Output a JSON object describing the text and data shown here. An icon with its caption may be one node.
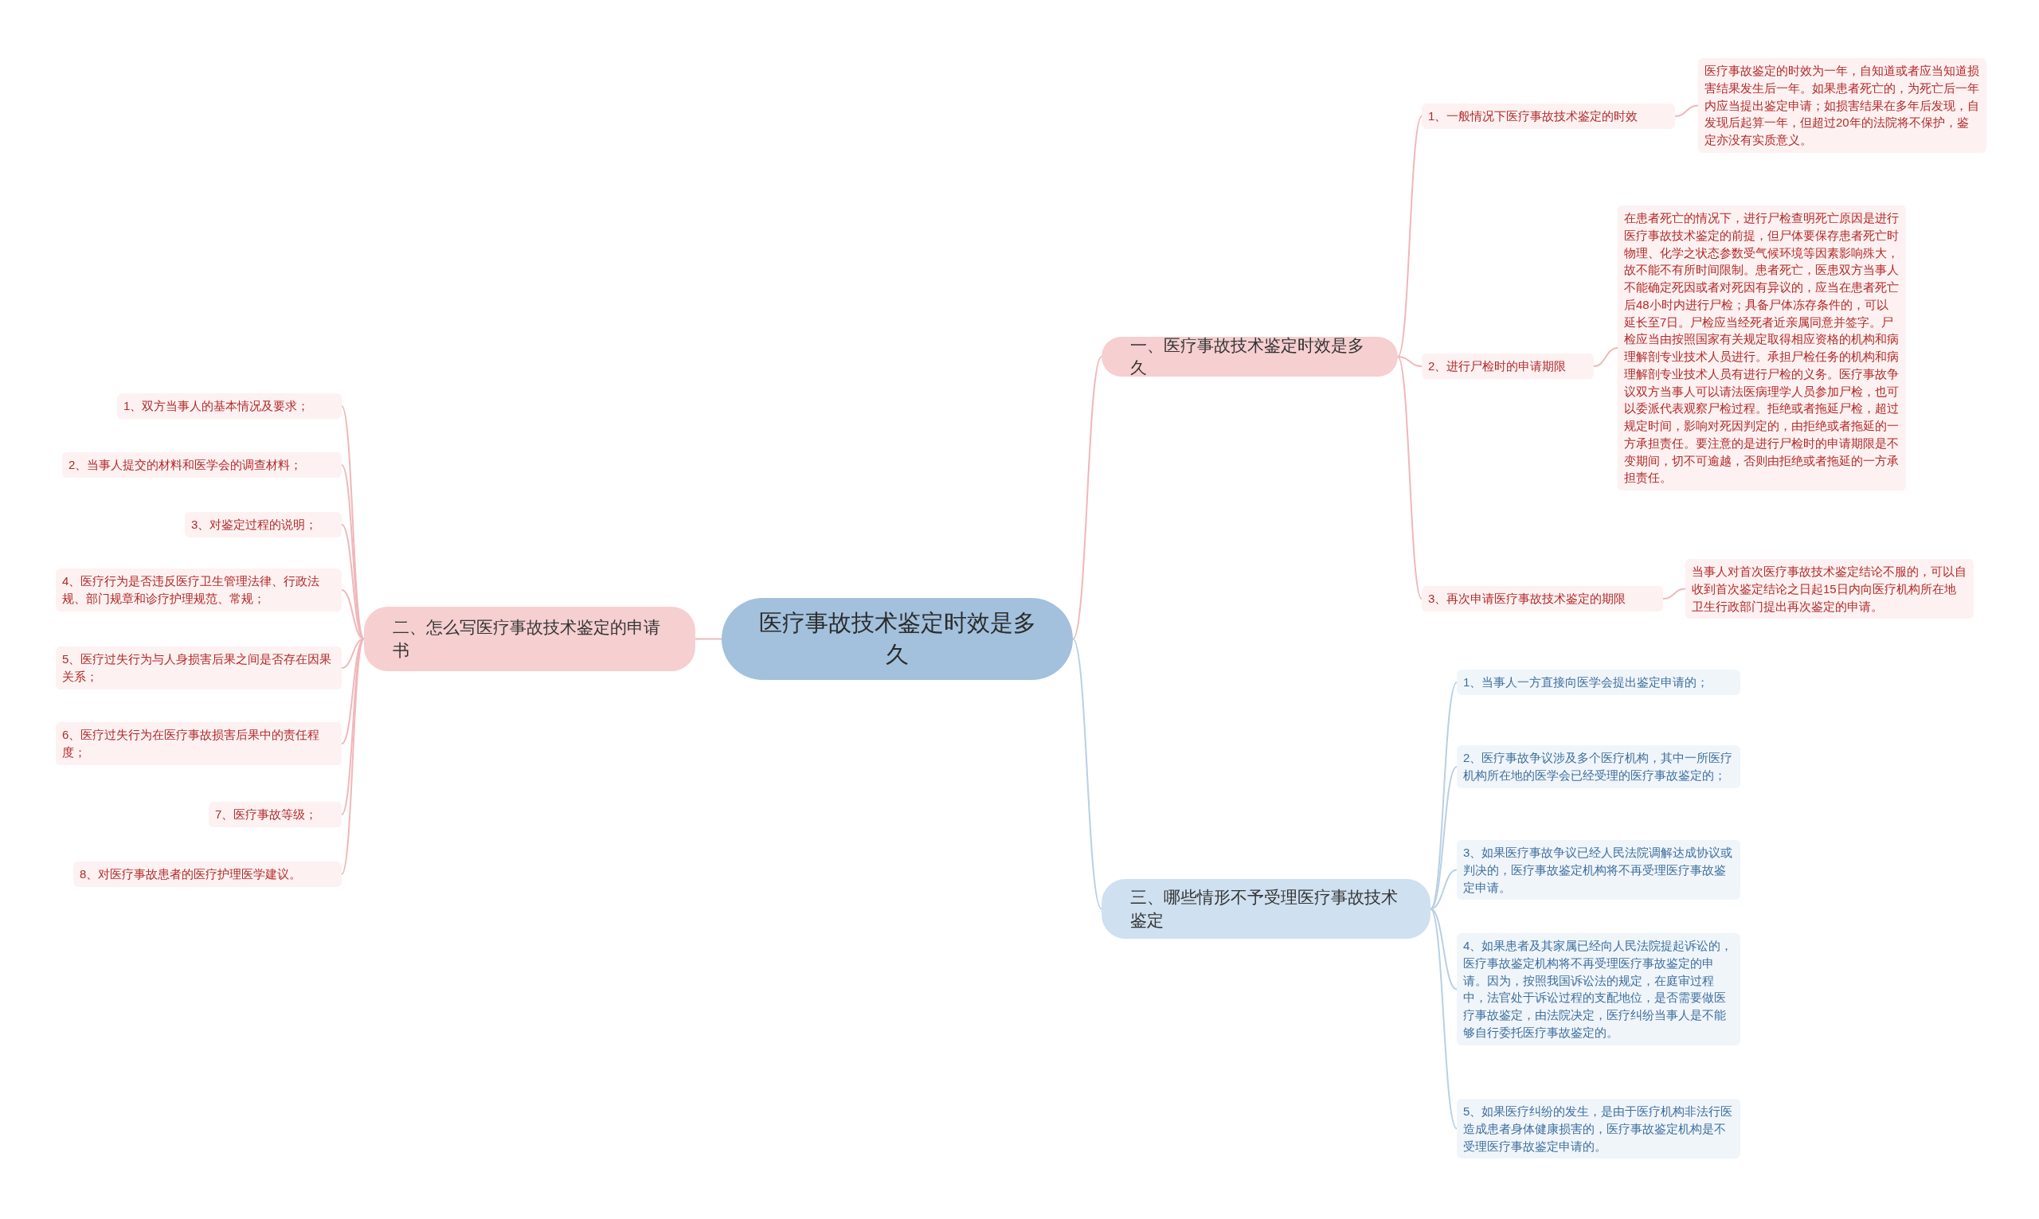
{
  "diagram": {
    "nodes": [
      {
        "text": [
          "医疗事故技术鉴定时效是多久"
        ]
      },
      {
        "text": [
          "一、医疗事故技术鉴定时效是多久"
        ]
      },
      {
        "text": [
          "1、一般情况下医疗事故技术鉴定的时效"
        ]
      },
      {
        "text": [
          "医疗事故鉴定的时效为一年，自知道或者应当知道损害结果发生后一年。如果患者死亡的，为死亡后一年内应当提出鉴定申请；如损害结果在多年后发现，自发现后起算一年，但超过20年的法院将不保护，鉴定亦没有实质意义。"
        ]
      },
      {
        "text": [
          "2、进行尸检时的申请期限"
        ]
      },
      {
        "text": [
          "在患者死亡的情况下，进行尸检查明死亡原因是进行医疗事故技术鉴定的前提，但尸体要保存患者死亡时物理、化学之状态参数受气候环境等因素影响殊大，故不能不有所时间限制。患者死亡，医患双方当事人不能确定死因或者对死因有异议的，应当在患者死亡后48小时内进行尸检；具备尸体冻存条件的，可以延长至7日。尸检应当经死者近亲属同意并签字。尸检应当由按照国家有关规定取得相应资格的机构和病理解剖专业技术人员进行。承担尸检任务的机构和病理解剖专业技术人员有进行尸检的义务。医疗事故争议双方当事人可以请法医病理学人员参加尸检，也可以委派代表观察尸检过程。拒绝或者拖延尸检，超过规定时间，影响对死因判定的，由拒绝或者拖延的一方承担责任。要注意的是进行尸检时的申请期限是不变期间，切不可逾越，否则由拒绝或者拖延的一方承担责任。"
        ]
      },
      {
        "text": [
          "3、再次申请医疗事故技术鉴定的期限"
        ]
      },
      {
        "text": [
          "当事人对首次医疗事故技术鉴定结论不服的，可以自收到首次鉴定结论之日起15日内向医疗机构所在地卫生行政部门提出再次鉴定的申请。"
        ]
      },
      {
        "text": [
          "二、怎么写医疗事故技术鉴定的申请书"
        ]
      },
      {
        "text": [
          "1、双方当事人的基本情况及要求；"
        ]
      },
      {
        "text": [
          "2、当事人提交的材料和医学会的调查材料；"
        ]
      },
      {
        "text": [
          "3、对鉴定过程的说明；"
        ]
      },
      {
        "text": [
          "4、医疗行为是否违反医疗卫生管理法律、行政法规、部门规章和诊疗护理规范、常规；"
        ]
      },
      {
        "text": [
          "5、医疗过失行为与人身损害后果之间是否存在因果关系；"
        ]
      },
      {
        "text": [
          "6、医疗过失行为在医疗事故损害后果中的责任程度；"
        ]
      },
      {
        "text": [
          "7、医疗事故等级；"
        ]
      },
      {
        "text": [
          "8、对医疗事故患者的医疗护理医学建议。"
        ]
      },
      {
        "text": [
          "三、哪些情形不予受理医疗事故技术鉴定"
        ]
      },
      {
        "text": [
          "1、当事人一方直接向医学会提出鉴定申请的；"
        ]
      },
      {
        "text": [
          "2、医疗事故争议涉及多个医疗机构，其中一所医疗机构所在地的医学会已经受理的医疗事故鉴定的；"
        ]
      },
      {
        "text": [
          "3、如果医疗事故争议已经人民法院调解达成协议或判决的，医疗事故鉴定机构将不再受理医疗事故鉴定申请。"
        ]
      },
      {
        "text": [
          "4、如果患者及其家属已经向人民法院提起诉讼的，医疗事故鉴定机构将不再受理医疗事故鉴定的申请。因为，按照我国诉讼法的规定，在庭审过程中，法官处于诉讼过程的支配地位，是否需要做医疗事故鉴定，由法院决定，医疗纠纷当事人是不能够自行委托医疗事故鉴定的。"
        ]
      },
      {
        "text": [
          "5、如果医疗纠纷的发生，是由于医疗机构非法行医造成患者身体健康损害的，医疗事故鉴定机构是不受理医疗事故鉴定申请的。"
        ]
      }
    ],
    "edges": [
      {
        "from": 0,
        "to": 1,
        "arrow": "none"
      },
      {
        "from": 1,
        "to": 2,
        "arrow": "none"
      },
      {
        "from": 2,
        "to": 3,
        "arrow": "none"
      },
      {
        "from": 1,
        "to": 4,
        "arrow": "none"
      },
      {
        "from": 4,
        "to": 5,
        "arrow": "none"
      },
      {
        "from": 1,
        "to": 6,
        "arrow": "none"
      },
      {
        "from": 6,
        "to": 7,
        "arrow": "none"
      },
      {
        "from": 0,
        "to": 8,
        "arrow": "none"
      },
      {
        "from": 8,
        "to": 9,
        "arrow": "none"
      },
      {
        "from": 8,
        "to": 10,
        "arrow": "none"
      },
      {
        "from": 8,
        "to": 11,
        "arrow": "none"
      },
      {
        "from": 8,
        "to": 12,
        "arrow": "none"
      },
      {
        "from": 8,
        "to": 13,
        "arrow": "none"
      },
      {
        "from": 8,
        "to": 14,
        "arrow": "none"
      },
      {
        "from": 8,
        "to": 15,
        "arrow": "none"
      },
      {
        "from": 8,
        "to": 16,
        "arrow": "none"
      },
      {
        "from": 0,
        "to": 17,
        "arrow": "none",
        "color": "#b9d0e3"
      },
      {
        "from": 17,
        "to": 18,
        "arrow": "none",
        "color": "#b9d0e3"
      },
      {
        "from": 17,
        "to": 19,
        "arrow": "none",
        "color": "#b9d0e3"
      },
      {
        "from": 17,
        "to": 20,
        "arrow": "none",
        "color": "#b9d0e3"
      },
      {
        "from": 17,
        "to": 21,
        "arrow": "none",
        "color": "#b9d0e3"
      },
      {
        "from": 17,
        "to": 22,
        "arrow": "none",
        "color": "#b9d0e3"
      }
    ]
  }
}
